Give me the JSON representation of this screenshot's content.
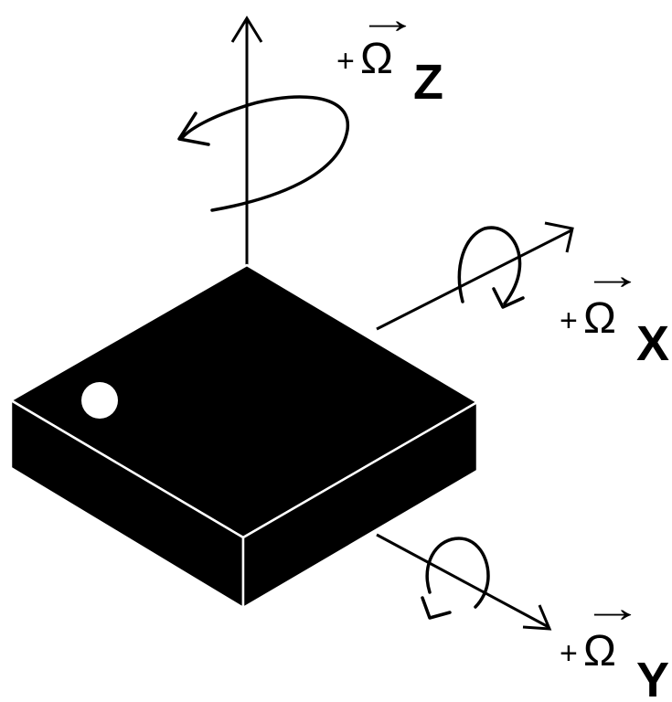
{
  "diagram": {
    "chip_color": "#000000",
    "edge_color": "#ffffff",
    "background": "#ffffff",
    "pin1_marker": "pin-1-dot",
    "axes": [
      {
        "id": "z",
        "sign": "+",
        "symbol": "Ω",
        "axis_letter": "Z",
        "vector_arrow": "→",
        "rotation": "counter-clockwise-arrow"
      },
      {
        "id": "x",
        "sign": "+",
        "symbol": "Ω",
        "axis_letter": "X",
        "vector_arrow": "→",
        "rotation": "counter-clockwise-arrow"
      },
      {
        "id": "y",
        "sign": "+",
        "symbol": "Ω",
        "axis_letter": "Y",
        "vector_arrow": "→",
        "rotation": "counter-clockwise-arrow"
      }
    ]
  }
}
